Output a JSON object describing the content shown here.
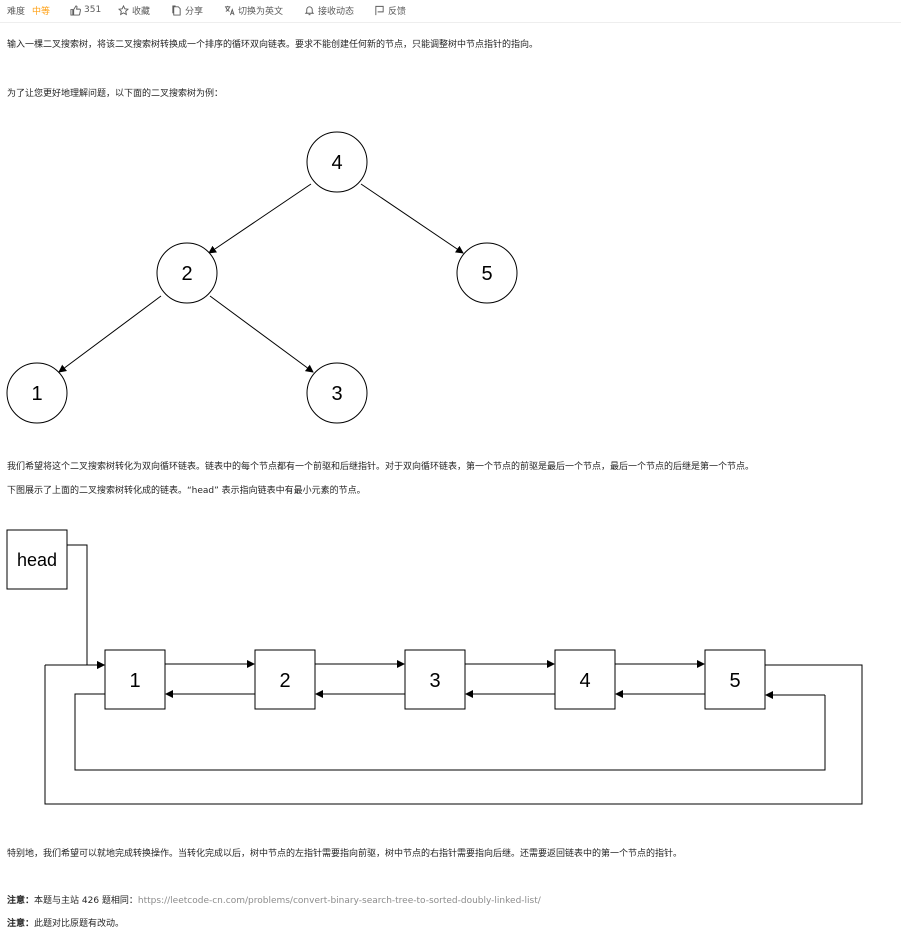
{
  "toolbar": {
    "difficulty_label": "难度",
    "difficulty_value": "中等",
    "likes_count": "351",
    "favorite_label": "收藏",
    "share_label": "分享",
    "switch_language_label": "切换为英文",
    "notifications_label": "接收动态",
    "feedback_label": "反馈",
    "difficulty_color": "#ffa116"
  },
  "description": {
    "intro": "输入一棵二叉搜索树，将该二叉搜索树转换成一个排序的循环双向链表。要求不能创建任何新的节点，只能调整树中节点指针的指向。",
    "example_intro": "为了让您更好地理解问题，以下面的二叉搜索树为例：",
    "transform_text": "我们希望将这个二叉搜索树转化为双向循环链表。链表中的每个节点都有一个前驱和后继指针。对于双向循环链表，第一个节点的前驱是最后一个节点，最后一个节点的后继是第一个节点。",
    "figure_caption": "下图展示了上面的二叉搜索树转化成的链表。“head” 表示指向链表中有最小元素的节点。",
    "inplace_text": "特别地，我们希望可以就地完成转换操作。当转化完成以后，树中节点的左指针需要指向前驱，树中节点的右指针需要指向后继。还需要返回链表中的第一个节点的指针。",
    "note1_label": "注意：",
    "note1_text": "本题与主站 426 题相同：",
    "note1_link": "https://leetcode-cn.com/problems/convert-binary-search-tree-to-sorted-doubly-linked-list/",
    "note2_label": "注意：",
    "note2_text": "此题对比原题有改动。"
  },
  "tree": {
    "root": "4",
    "left": "2",
    "right": "5",
    "left_left": "1",
    "left_right": "3"
  },
  "linked_list": {
    "head_label": "head",
    "nodes": [
      "1",
      "2",
      "3",
      "4",
      "5"
    ]
  }
}
